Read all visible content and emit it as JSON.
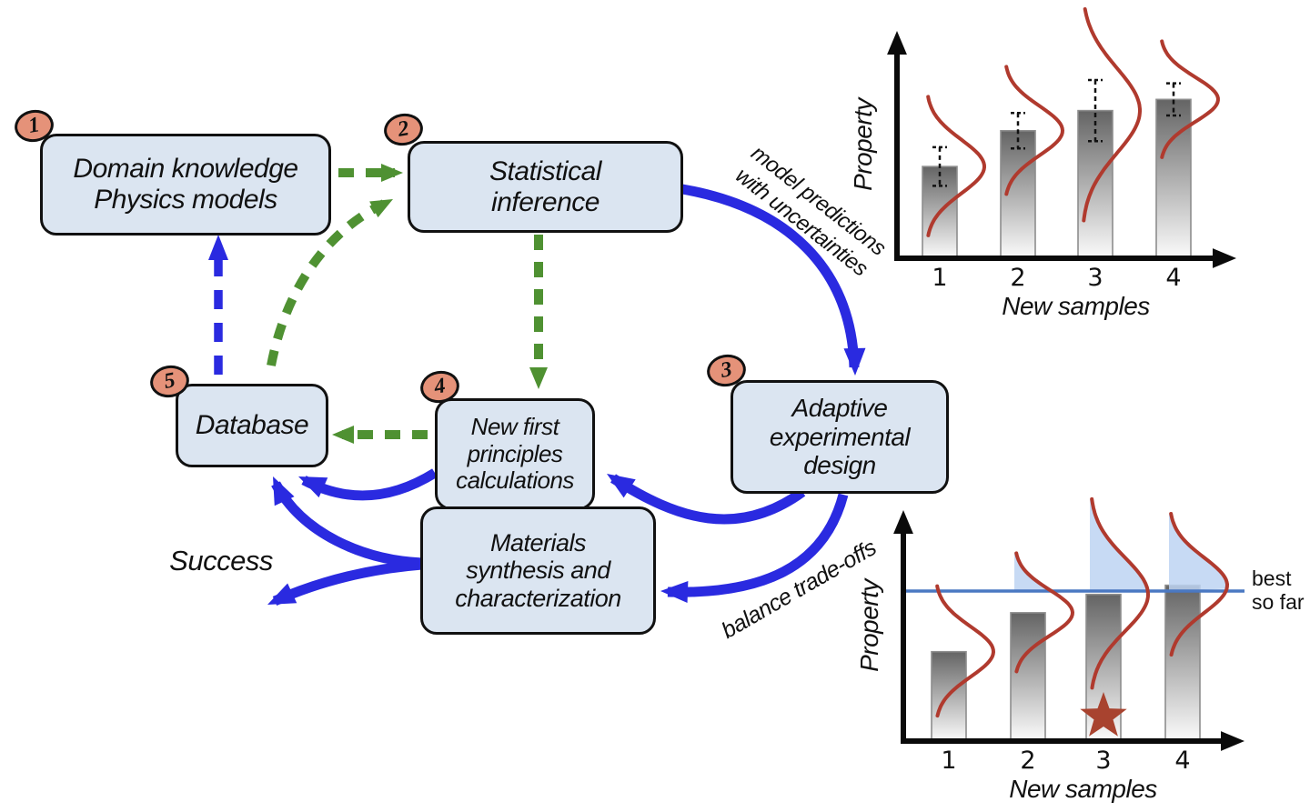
{
  "diagram": {
    "boxes": [
      {
        "id": "domain-knowledge",
        "step": "1",
        "label": "Domain knowledge\nPhysics models"
      },
      {
        "id": "statistical-inference",
        "step": "2",
        "label": "Statistical\ninference"
      },
      {
        "id": "adaptive-design",
        "step": "3",
        "label": "Adaptive\nexperimental\ndesign"
      },
      {
        "id": "first-principles",
        "step": "4",
        "label": "New first\nprinciples\ncalculations"
      },
      {
        "id": "database",
        "step": "5",
        "label": "Database"
      },
      {
        "id": "materials-synthesis",
        "step": "",
        "label": "Materials\nsynthesis and\ncharacterization"
      }
    ],
    "edge_labels": {
      "model_predictions": "model predictions\nwith uncertainties",
      "balance_tradeoffs": "balance trade-offs",
      "success": "Success"
    }
  },
  "colors": {
    "blue": "#2a2ae0",
    "green": "#4f9132",
    "red": "#b03a2e",
    "threshold": "#4a78c2",
    "shade": "#bdd3f2",
    "star": "#a8432f",
    "box_fill": "#dbe5f1",
    "badge": "#e59279"
  },
  "chart_data": [
    {
      "type": "bar",
      "id": "predictions-chart",
      "xlabel": "New samples",
      "ylabel": "Property",
      "categories": [
        "1",
        "2",
        "3",
        "4"
      ],
      "values": [
        0.41,
        0.57,
        0.66,
        0.71
      ],
      "uncertainties": [
        0.12,
        0.11,
        0.19,
        0.1
      ],
      "ylim": [
        0,
        1
      ],
      "error_bars": true,
      "distributions": "gaussian",
      "grid": false,
      "legend": "none"
    },
    {
      "type": "bar",
      "id": "tradeoff-chart",
      "xlabel": "New samples",
      "ylabel": "Property",
      "categories": [
        "1",
        "2",
        "3",
        "4"
      ],
      "values": [
        0.39,
        0.56,
        0.64,
        0.68
      ],
      "uncertainties": [
        0.11,
        0.1,
        0.16,
        0.12
      ],
      "ylim": [
        0,
        1
      ],
      "error_bars": false,
      "distributions": "gaussian",
      "threshold": {
        "value": 0.655,
        "label": "best\nso far"
      },
      "exceeds_threshold": [
        false,
        true,
        true,
        true
      ],
      "selected_category": "3",
      "grid": false,
      "legend": "none"
    }
  ]
}
